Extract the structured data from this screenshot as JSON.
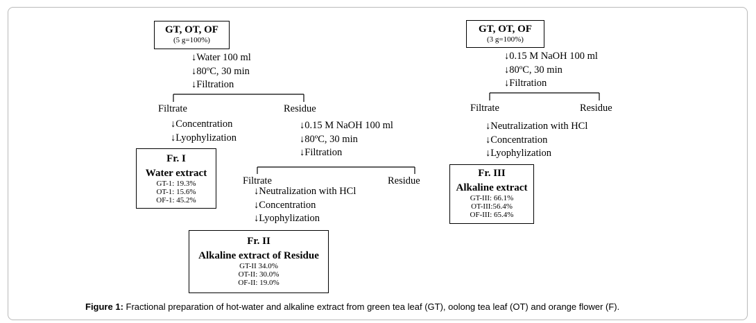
{
  "left": {
    "top_box": {
      "title": "GT, OT, OF",
      "sub": "(5 g=100%)"
    },
    "steps1": [
      "↓Water 100 ml",
      "↓80ºC, 30 min",
      "↓Filtration"
    ],
    "filtrate": "Filtrate",
    "residue": "Residue",
    "filtrate_steps": [
      "↓Concentration",
      "↓Lyophylization"
    ],
    "fr1": {
      "title": "Fr. I",
      "subtitle": "Water extract",
      "lines": [
        "GT-1: 19.3%",
        "OT-1: 15.6%",
        "OF-1: 45.2%"
      ]
    },
    "residue_steps": [
      "↓0.15 M NaOH 100 ml",
      "↓80ºC, 30 min",
      "↓Filtration"
    ],
    "filtrate2": "Filtrate",
    "residue2": "Residue",
    "filtrate2_steps": [
      "↓Neutralization with HCl",
      "↓Concentration",
      "↓Lyophylization"
    ],
    "fr2": {
      "title": "Fr. II",
      "subtitle": "Alkaline extract of Residue",
      "lines": [
        "GT-II 34.0%",
        "OT-II: 30.0%",
        "OF-II: 19.0%"
      ]
    }
  },
  "right": {
    "top_box": {
      "title": "GT, OT, OF",
      "sub": "(3 g=100%)"
    },
    "steps1": [
      "↓0.15 M NaOH 100 ml",
      "↓80ºC, 30 min",
      "↓Filtration"
    ],
    "filtrate": "Filtrate",
    "residue": "Residue",
    "filtrate_steps": [
      "↓Neutralization with HCl",
      "↓Concentration",
      "↓Lyophylization"
    ],
    "fr3": {
      "title": "Fr. III",
      "subtitle": "Alkaline extract",
      "lines": [
        "GT-III: 66.1%",
        "OT-III:56.4%",
        "OF-III: 65.4%"
      ]
    }
  },
  "caption": {
    "label": "Figure 1:",
    "text": " Fractional preparation of hot-water and alkaline extract from green tea leaf (GT), oolong tea leaf (OT) and orange flower (F)."
  }
}
